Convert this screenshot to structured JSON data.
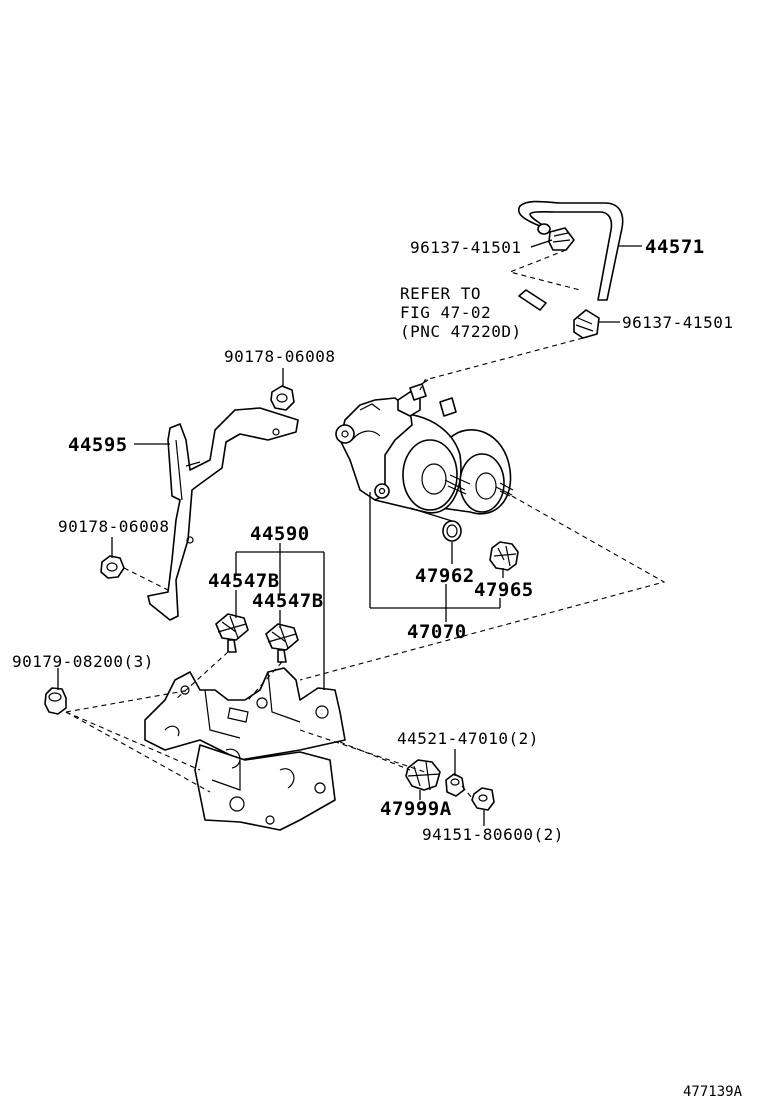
{
  "labels": {
    "hose": "44571",
    "clamp_top": "96137-41501",
    "clamp_bottom": "96137-41501",
    "refer_1": "REFER TO",
    "refer_2": "FIG 47-02",
    "refer_3": "(PNC 47220D)",
    "nut_top": "90178-06008",
    "bracket": "44595",
    "nut_left": "90178-06008",
    "bracket_assy": "44590",
    "cushion_1": "44547B",
    "cushion_2": "44547B",
    "bolt_left": "90179-08200(3)",
    "ring": "47962",
    "grommet": "47965",
    "actuator_assy": "47070",
    "spacer": "44521-47010(2)",
    "insulator": "47999A",
    "nut_right": "94151-80600(2)",
    "figure_id": "477139A"
  },
  "colors": {
    "ink": "#000000",
    "background": "#ffffff"
  }
}
